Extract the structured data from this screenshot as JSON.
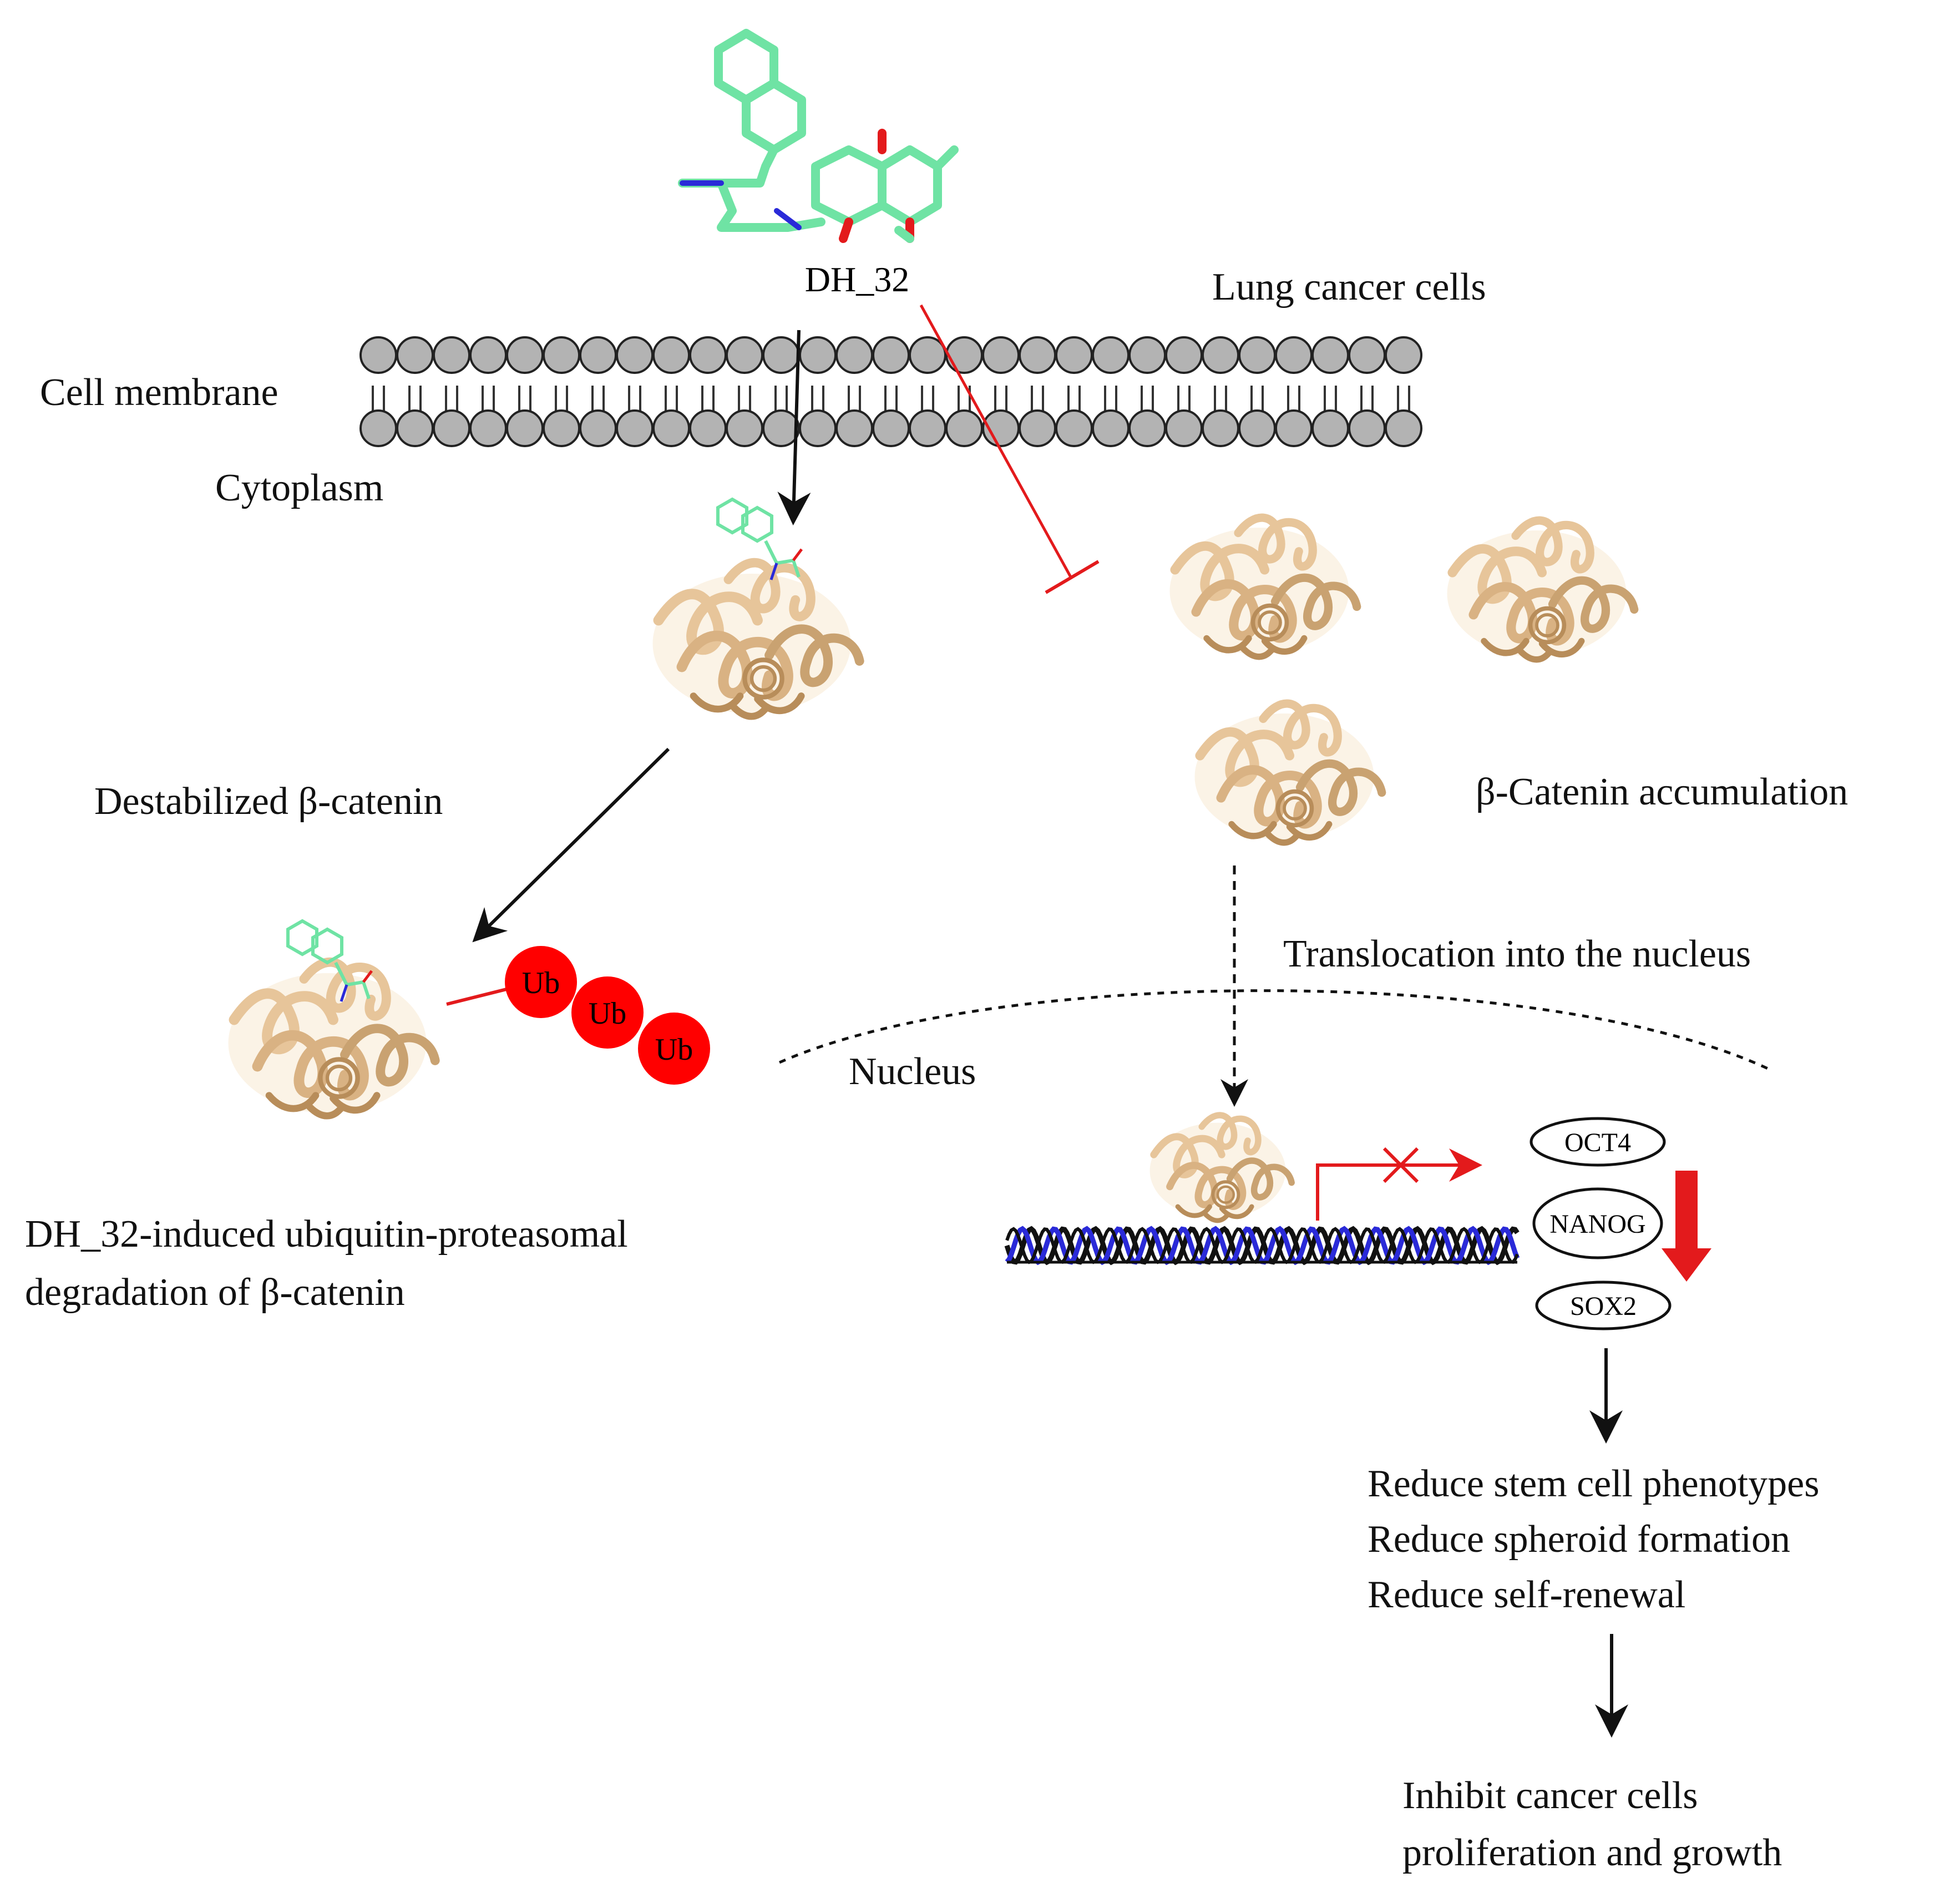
{
  "labels": {
    "compound": "DH_32",
    "lung_cancer_cells": "Lung cancer cells",
    "cell_membrane": "Cell membrane",
    "cytoplasm": "Cytoplasm",
    "destabilized": "Destabilized β-catenin",
    "accumulation": "β-Catenin accumulation",
    "translocation": "Translocation into the nucleus",
    "nucleus": "Nucleus",
    "degradation_line1": "DH_32-induced ubiquitin-proteasomal",
    "degradation_line2": "degradation of β-catenin",
    "ub1": "Ub",
    "ub2": "Ub",
    "ub3": "Ub",
    "oct4": "OCT4",
    "nanog": "NANOG",
    "sox2": "SOX2",
    "outcome1": "Reduce stem cell phenotypes",
    "outcome2": "Reduce spheroid formation",
    "outcome3": "Reduce self-renewal",
    "final_line1": "Inhibit cancer cells",
    "final_line2": "proliferation and growth"
  },
  "colors": {
    "molecule": "#6fe3a4",
    "protein": "#e7c59a",
    "protein_shadow": "#b88d5a",
    "lipid_head": "#b3b3b3",
    "inhibition": "#e31a1c",
    "ubiquitin": "#ff0000",
    "dna_blue": "#2a2ad8",
    "dna_black": "#111111"
  },
  "icons": {
    "compound_structure": "molecule-structure-icon",
    "protein": "beta-catenin-protein-icon",
    "dna": "dna-helix-icon"
  }
}
